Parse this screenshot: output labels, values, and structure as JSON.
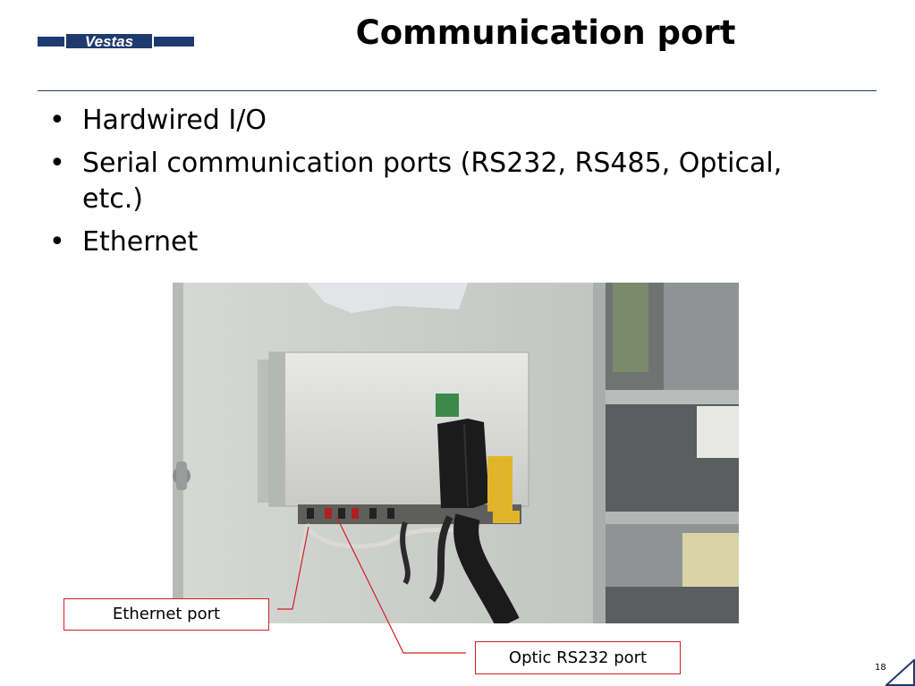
{
  "header": {
    "logo_text": "Vestas",
    "title": "Communication port"
  },
  "bullets": [
    {
      "text": "Hardwired I/O"
    },
    {
      "text": "Serial communication ports (RS232, RS485, Optical, etc.)"
    },
    {
      "text": "Ethernet"
    }
  ],
  "photo": {
    "callouts": {
      "ethernet": "Ethernet port",
      "optic": "Optic RS232 port"
    }
  },
  "footer": {
    "page_number": "18"
  },
  "colors": {
    "brand_blue": "#1f3a6e",
    "callout_red": "#d12020"
  }
}
